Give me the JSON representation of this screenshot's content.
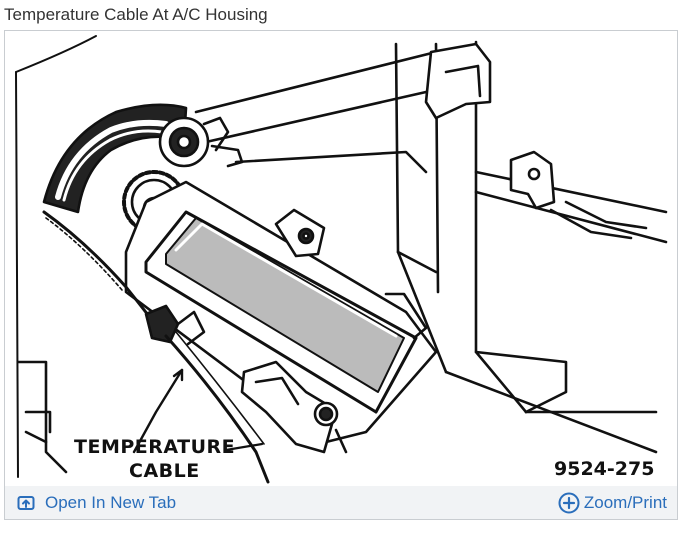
{
  "page": {
    "title": "Temperature Cable At A/C Housing"
  },
  "diagram": {
    "callout_line1": "TEMPERATURE",
    "callout_line2": "CABLE",
    "figure_number": "9524-275"
  },
  "actions": {
    "open_label": "Open In New Tab",
    "zoom_label": "Zoom/Print",
    "open_icon": "open-new-tab-icon",
    "zoom_icon": "zoom-plus-icon"
  },
  "colors": {
    "link": "#2a6ebb",
    "action_bar": "#f1f3f5",
    "border": "#c9cdd1"
  }
}
